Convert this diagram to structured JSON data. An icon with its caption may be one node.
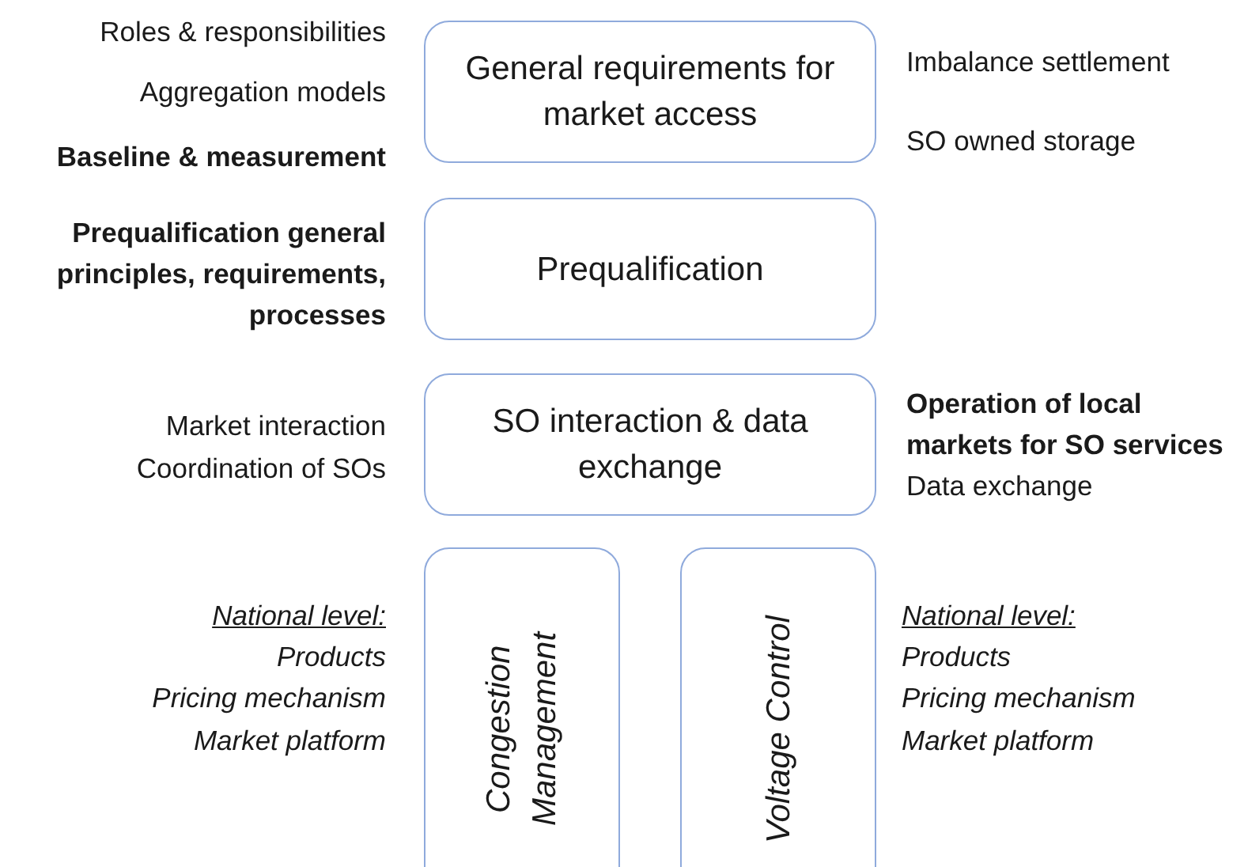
{
  "diagram": {
    "nodes": [
      {
        "text": [
          "General requirements for market access"
        ],
        "beside": [
          "Roles & responsibilities",
          "Aggregation models",
          "Baseline & measurement",
          "Imbalance settlement",
          "SO owned storage"
        ]
      },
      {
        "text": [
          "Prequalification"
        ],
        "beside": [
          "Prequalification general principles, requirements, processes"
        ]
      },
      {
        "text": [
          "SO interaction & data exchange"
        ],
        "beside": [
          "Market interaction",
          "Coordination of SOs",
          "Operation of local markets for SO services",
          "Data exchange"
        ]
      },
      {
        "text": [
          "Congestion Management"
        ],
        "beside": [
          "National level:",
          "Products",
          "Pricing mechanism",
          "Market platform"
        ]
      },
      {
        "text": [
          "Voltage Control"
        ],
        "beside": [
          "National level:",
          "Products",
          "Pricing mechanism",
          "Market platform"
        ]
      }
    ],
    "edges": []
  }
}
